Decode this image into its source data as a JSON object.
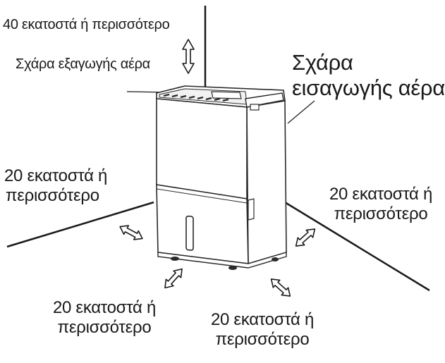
{
  "labels": {
    "top_clearance": "40 εκατοστά ή περισσότερο",
    "exhaust_grille": "Σχάρα εξαγωγής αέρα",
    "intake_grille_line1": "Σχάρα",
    "intake_grille_line2": "εισαγωγής αέρα",
    "left_clearance_line1": "20 εκατοστά ή",
    "left_clearance_line2": "περισσότερο",
    "right_clearance_line1": "20 εκατοστά ή",
    "right_clearance_line2": "περισσότερο",
    "front_left_clearance_line1": "20 εκατοστά ή",
    "front_left_clearance_line2": "περισσότερο",
    "front_right_clearance_line1": "20 εκατοστά ή",
    "front_right_clearance_line2": "περισσότερο"
  },
  "colors": {
    "line": "#1a1a1a",
    "device_body": "#ffffff",
    "device_outline": "#2a2a2a"
  }
}
